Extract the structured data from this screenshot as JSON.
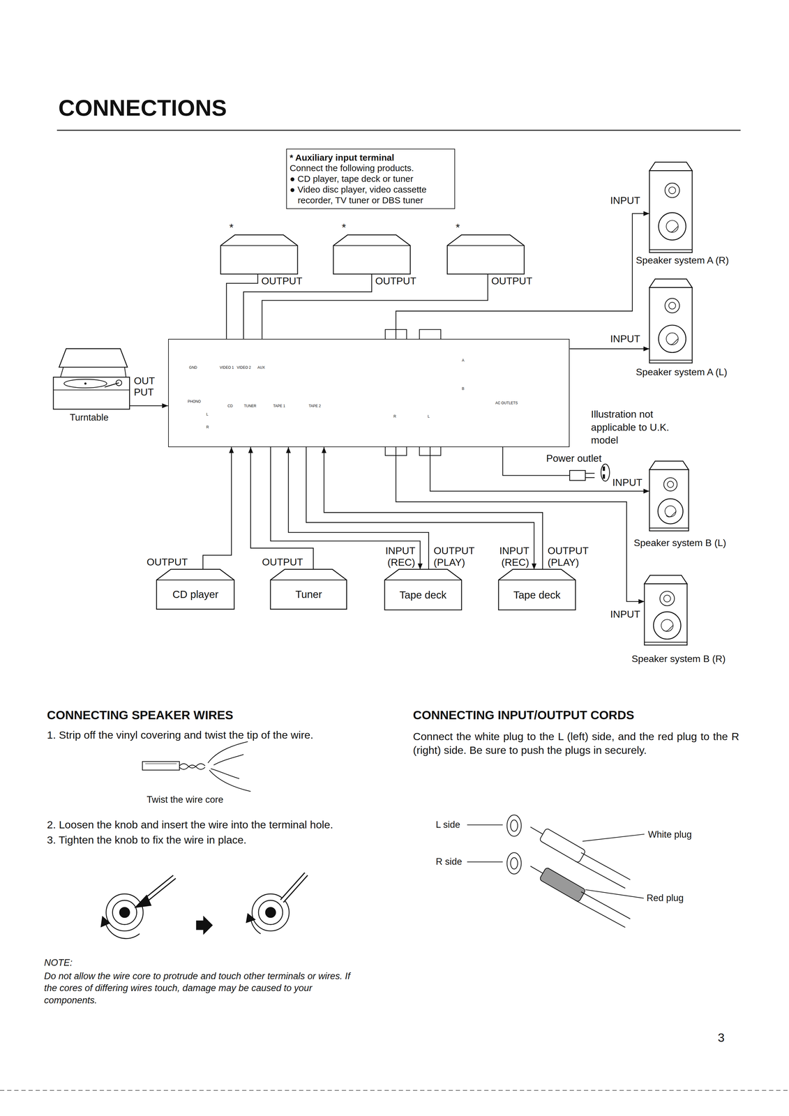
{
  "diagram": {
    "title": "CONNECTIONS",
    "nodes": [
      {
        "text": [
          "* Auxiliary input terminal",
          "Connect the following products.",
          "● CD player, tape deck or tuner",
          "● Video disc player, video cassette recorder, TV tuner or DBS tuner"
        ]
      },
      {
        "text": [
          "*",
          "OUTPUT"
        ]
      },
      {
        "text": [
          "*",
          "OUTPUT"
        ]
      },
      {
        "text": [
          "*",
          "OUTPUT"
        ]
      },
      {
        "text": [
          "INPUT",
          "Speaker system A (R)"
        ]
      },
      {
        "text": [
          "INPUT",
          "Speaker system A (L)"
        ]
      },
      {
        "text": [
          "OUT PUT",
          "Turntable"
        ]
      },
      {
        "text": [
          "GND",
          "VIDEO 1",
          "VIDEO 2",
          "AUX",
          "PHONO",
          "L",
          "R",
          "CD",
          "TUNER",
          "TAPE 1",
          "TAPE 2",
          "R",
          "L",
          "A",
          "B",
          "AC OUTLETS"
        ]
      },
      {
        "text": [
          "INPUT",
          "Speaker system B (L)"
        ]
      },
      {
        "text": [
          "OUTPUT",
          "CD player"
        ]
      },
      {
        "text": [
          "OUTPUT",
          "Tuner"
        ]
      },
      {
        "text": [
          "INPUT (REC)",
          "OUTPUT (PLAY)",
          "Tape deck"
        ]
      },
      {
        "text": [
          "INPUT (REC)",
          "OUTPUT (PLAY)",
          "Tape deck"
        ]
      },
      {
        "text": [
          "INPUT",
          "Speaker system B (R)"
        ]
      }
    ],
    "edges": [
      {
        "from": 1,
        "to": 7,
        "arrow": "none"
      },
      {
        "from": 2,
        "to": 7,
        "arrow": "none"
      },
      {
        "from": 3,
        "to": 7,
        "arrow": "none"
      },
      {
        "from": 6,
        "to": 7,
        "arrow": "to"
      },
      {
        "from": 7,
        "to": 4,
        "arrow": "to"
      },
      {
        "from": 7,
        "to": 5,
        "arrow": "to"
      },
      {
        "from": 7,
        "to": 8,
        "arrow": "to"
      },
      {
        "from": 7,
        "to": 13,
        "arrow": "to"
      },
      {
        "from": 9,
        "to": 7,
        "arrow": "to"
      },
      {
        "from": 10,
        "to": 7,
        "arrow": "to"
      },
      {
        "from": 7,
        "to": 11,
        "arrow": "to"
      },
      {
        "from": 11,
        "to": 7,
        "arrow": "to"
      },
      {
        "from": 7,
        "to": 12,
        "arrow": "to"
      },
      {
        "from": 12,
        "to": 7,
        "arrow": "to"
      }
    ],
    "labels": [
      "Power outlet",
      "Illustration not applicable to U.K. model",
      "CONNECTING SPEAKER WIRES",
      "1. Strip off the vinyl covering and twist the tip of the wire.",
      "Twist the wire core",
      "2. Loosen the knob and insert the wire into the terminal hole.",
      "3. Tighten the knob to fix the wire in place.",
      "NOTE:",
      "Do not allow the wire core to protrude and touch other terminals or wires. If the cores of differing wires touch, damage may be caused to your components.",
      "CONNECTING INPUT/OUTPUT CORDS",
      "Connect the white plug to the L (left) side, and the red plug to the R (right) side. Be sure to push the plugs in securely.",
      "L side",
      "R side",
      "White plug",
      "Red plug",
      "3"
    ]
  }
}
